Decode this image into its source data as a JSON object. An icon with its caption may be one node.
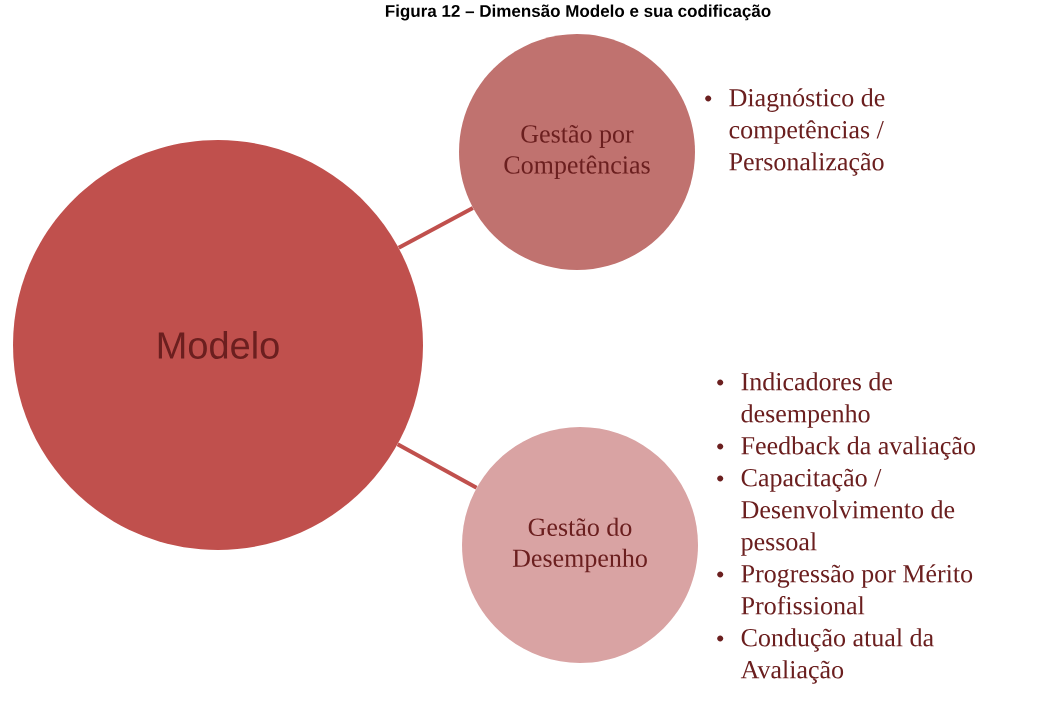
{
  "diagram": {
    "title": "Figura 12 – Dimensão Modelo e sua codificação",
    "nodes": [
      {
        "text": [
          "Modelo"
        ]
      },
      {
        "text": [
          "Gestão por Competências"
        ],
        "beside": [
          "Diagnóstico de competências / Personalização"
        ]
      },
      {
        "text": [
          "Gestão do Desempenho"
        ],
        "beside": [
          "Indicadores de desempenho",
          "Feedback da avaliação",
          "Capacitação / Desenvolvimento de pessoal",
          "Progressão por Mérito Profissional",
          "Condução atual da Avaliação"
        ]
      }
    ],
    "edges": [
      {
        "from": 0,
        "to": 1,
        "arrow": "none"
      },
      {
        "from": 0,
        "to": 2,
        "arrow": "none"
      }
    ]
  }
}
